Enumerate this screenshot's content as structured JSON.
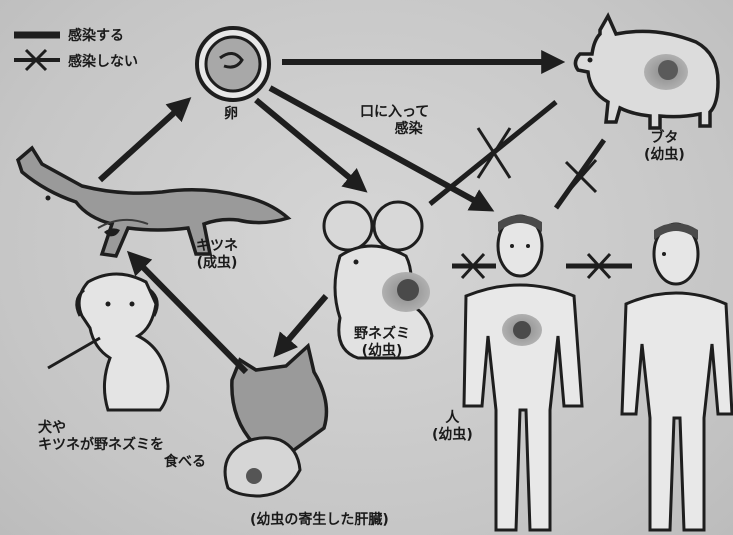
{
  "legend": {
    "infect": "感染する",
    "no_infect": "感染しない"
  },
  "labels": {
    "egg": "卵",
    "mouth_infection_1": "口に入って",
    "mouth_infection_2": "感染",
    "pig_1": "ブタ",
    "pig_2": "(幼虫)",
    "fox_1": "キツネ",
    "fox_2": "(成虫)",
    "mouse_1": "野ネズミ",
    "mouse_2": "(幼虫)",
    "human_1": "人",
    "human_2": "(幼虫)",
    "eating_1": "犬や",
    "eating_2": "キツネが野ネズミを",
    "eating_3": "食べる",
    "liver": "(幼虫の寄生した肝臓)"
  }
}
